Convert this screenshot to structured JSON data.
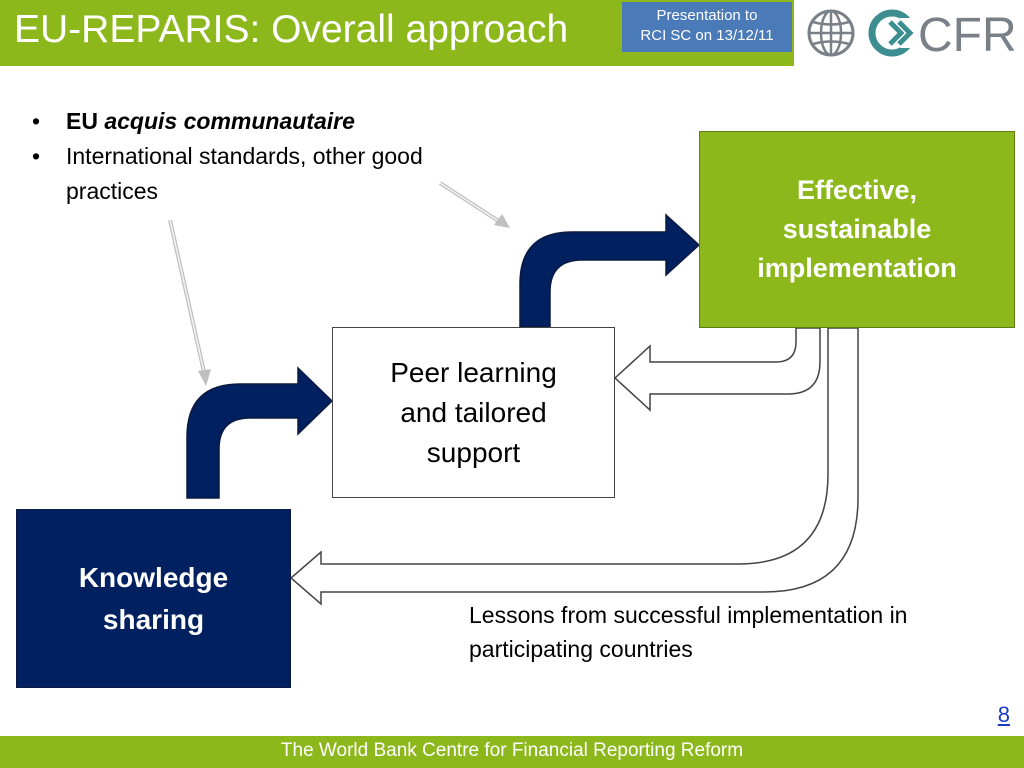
{
  "header": {
    "title": "EU-REPARIS: Overall approach",
    "presentation_line1": "Presentation to",
    "presentation_line2": "RCI SC on 13/12/11",
    "logo_text": "CFRR"
  },
  "bullets": [
    {
      "bold": "EU",
      "bold_italic": "acquis communautaire"
    },
    {
      "text": "International standards, other good practices"
    }
  ],
  "bullet_glyph": "•",
  "boxes": {
    "effective": "Effective, sustainable implementation",
    "peer": "Peer learning and tailored support",
    "knowledge": "Knowledge sharing"
  },
  "lessons": "Lessons from successful implementation in participating countries",
  "page_number": "8",
  "footer": "The World Bank Centre for Financial Reporting Reform",
  "colors": {
    "green": "#8cb81c",
    "navy": "#002060",
    "badge_blue": "#4a7ab8",
    "logo_teal": "#3d8e90",
    "logo_gray": "#7a8088"
  }
}
